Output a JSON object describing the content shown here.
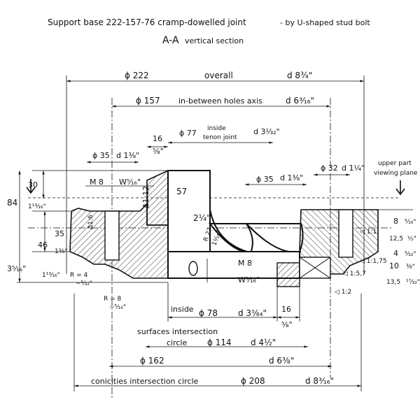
{
  "title": {
    "main": "Support base 222-157-76  cramp-dowelled joint",
    "note": "- by U-shaped stud bolt",
    "section": "A-A",
    "section_caption": "vertical section"
  },
  "dims": {
    "overall": {
      "metric": "ϕ 222",
      "label": "overall",
      "inch": "d 8¾\""
    },
    "holes": {
      "metric": "ϕ 157",
      "label": "in-between holes axis",
      "inch": "d 6³⁄₁₆\""
    },
    "tenon": {
      "metric": "ϕ 77",
      "label1": "inside",
      "label2": "tenon joint",
      "inch": "d 3¹⁄₃₂\""
    },
    "w16": {
      "metric": "16",
      "inch": "⅝\""
    },
    "phi35_left": {
      "metric": "ϕ 35",
      "inch": "d 1⅜\""
    },
    "phi35_mid": {
      "metric": "ϕ 35",
      "inch": "d 1⅜\""
    },
    "phi32": {
      "metric": "ϕ 32",
      "inch": "d 1¼\""
    },
    "m8_left": "M 8",
    "w516_left": "W⁵⁄₁₆\"",
    "m8_center": "M 8",
    "w516_center": "W⁵⁄₁₆\"",
    "h57": "57",
    "h214": "2¼\"",
    "r27": "R 27",
    "r27_in": "1¹⁄₁₆\"",
    "slope112": "Δ1:12",
    "slope16": "Δ1:6",
    "left": {
      "h30": "30",
      "h84": "84",
      "h1316a": "1¹³⁄₁₆\"",
      "h35": "35",
      "h46": "46",
      "h138": "1⅜\"",
      "h3516": "3⁵⁄₁₆\"",
      "h11316": "1¹³⁄₁₆\"",
      "r4": "R = 4",
      "r4_in": "~⁵⁄₃₂\"",
      "r8": "R = 8",
      "r8_in": "~⁵⁄₁₆\""
    },
    "right": {
      "upper1": "upper part",
      "upper2": "viewing plane",
      "h8": "8",
      "h8_in": "⁵⁄₁₆\"",
      "h125": "12,5",
      "h125_in": "½\"",
      "h4": "4",
      "h4_in": "⁵⁄₃₂\"",
      "h10": "10",
      "h10_in": "⅜\"",
      "h135": "13,5",
      "h135_in": "¹⁷⁄₃₂\"",
      "slope11": "◁ 1:1",
      "slope1175": "◁ 1:1,75",
      "slope157": "◁ 1:5,7",
      "slope12": "◁ 1:2"
    },
    "inside78": {
      "label": "inside",
      "metric": "ϕ 78",
      "inch": "d 3⁵⁄₆₄\""
    },
    "w16b": {
      "metric": "16",
      "inch": "⅝\""
    },
    "surf": {
      "label1": "surfaces intersection",
      "label2": "circle",
      "metric": "ϕ 114",
      "inch": "d 4½\""
    },
    "phi162": {
      "metric": "ϕ 162",
      "inch": "d 6⅜\""
    },
    "conic": {
      "label": "conicities intersection circle",
      "metric": "ϕ 208",
      "inch": "d 8³⁄₁₆\""
    }
  }
}
